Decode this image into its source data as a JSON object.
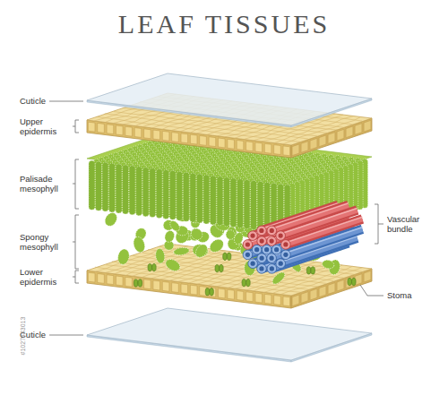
{
  "diagram": {
    "title": "LEAF TISSUES",
    "labels": [
      "Cuticle",
      "Upper epidermis",
      "Palisade mesophyll",
      "Spongy mesophyll",
      "Lower epidermis",
      "Cuticle",
      "Vascular bundle",
      "Stoma",
      "#1027443013"
    ]
  }
}
